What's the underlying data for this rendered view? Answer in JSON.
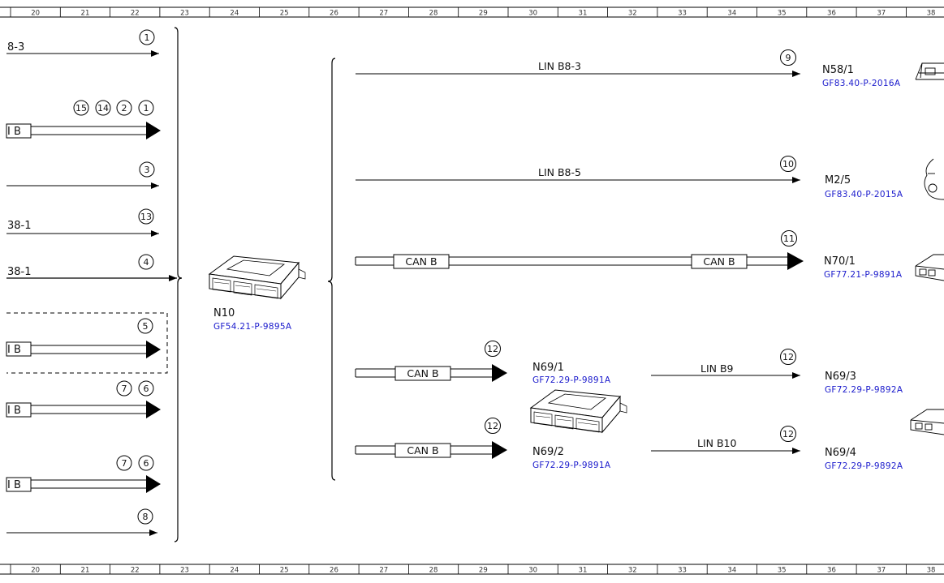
{
  "grid": {
    "columns": [
      "20",
      "21",
      "22",
      "23",
      "24",
      "25",
      "26",
      "27",
      "28",
      "29",
      "30",
      "31",
      "32",
      "33",
      "34",
      "35",
      "36",
      "37",
      "38"
    ]
  },
  "left_side": {
    "lines": [
      {
        "label": "8-3",
        "callouts": [
          "1"
        ]
      },
      {
        "label": "I B",
        "callouts": [
          "15",
          "14",
          "2",
          "1"
        ]
      },
      {
        "label": "",
        "callouts": [
          "3"
        ]
      },
      {
        "label": "38-1",
        "callouts": [
          "13"
        ]
      },
      {
        "label": "38-1",
        "callouts": [
          "4"
        ]
      },
      {
        "label": "I B",
        "callouts": [
          "5"
        ]
      },
      {
        "label": "I B",
        "callouts": [
          "7",
          "6"
        ]
      },
      {
        "label": "I B",
        "callouts": [
          "7",
          "6"
        ]
      },
      {
        "label": "",
        "callouts": [
          "8"
        ]
      }
    ]
  },
  "center_module": {
    "id": "N10",
    "ref": "GF54.21-P-9895A"
  },
  "right_side": {
    "links": [
      {
        "bus_label": "LIN B8-3",
        "callout": "9"
      },
      {
        "bus_label": "LIN B8-5",
        "callout": "10"
      },
      {
        "bus_label_a": "CAN B",
        "bus_label_b": "CAN B",
        "callout": "11"
      },
      {
        "bus_label": "CAN B",
        "callout": "12"
      },
      {
        "bus_label": "CAN B",
        "callout": "12"
      },
      {
        "bus_label": "LIN B9",
        "callout": "12"
      },
      {
        "bus_label": "LIN B10",
        "callout": "12"
      }
    ],
    "components": [
      {
        "id": "N58/1",
        "ref": "GF83.40-P-2016A"
      },
      {
        "id": "M2/5",
        "ref": "GF83.40-P-2015A"
      },
      {
        "id": "N70/1",
        "ref": "GF77.21-P-9891A"
      },
      {
        "id": "N69/1",
        "ref": "GF72.29-P-9891A"
      },
      {
        "id": "N69/2",
        "ref": "GF72.29-P-9891A"
      },
      {
        "id": "N69/3",
        "ref": "GF72.29-P-9892A"
      },
      {
        "id": "N69/4",
        "ref": "GF72.29-P-9892A"
      }
    ]
  }
}
